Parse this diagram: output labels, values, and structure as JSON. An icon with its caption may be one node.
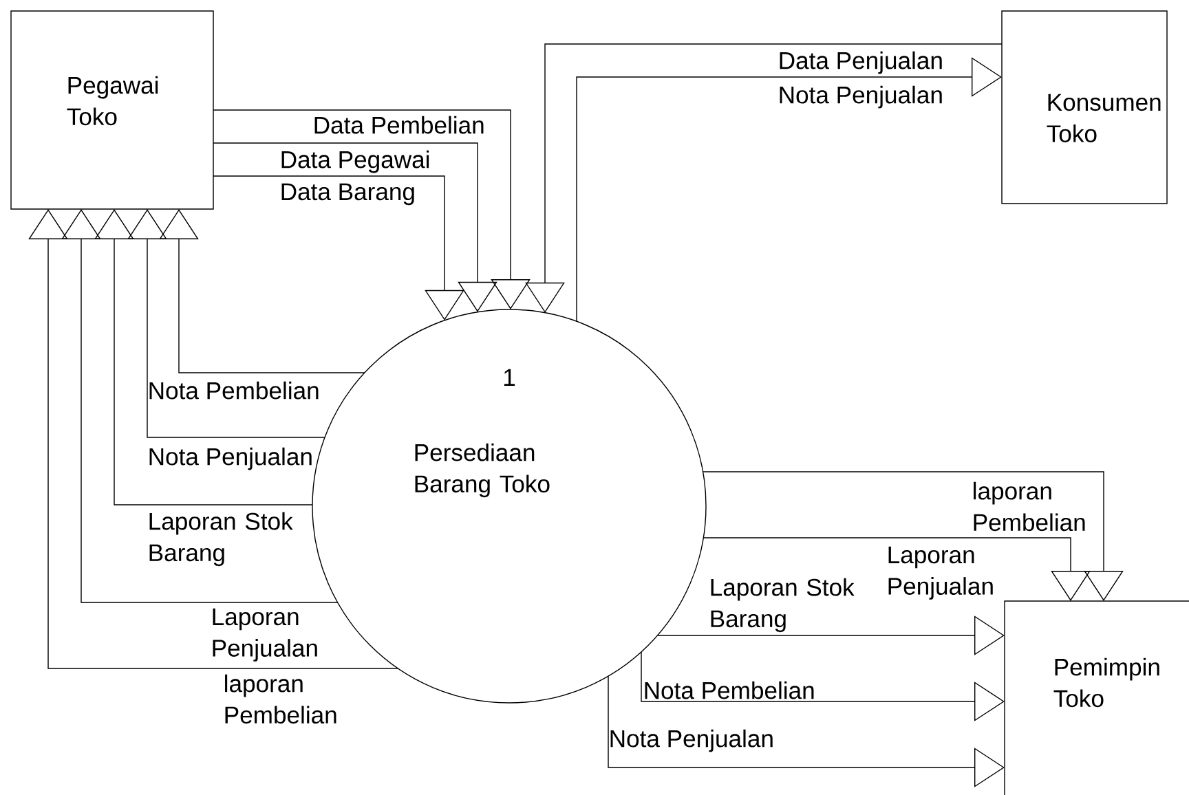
{
  "diagram": {
    "nodes": [
      {
        "text": [
          "Pegawai Toko"
        ]
      },
      {
        "text": [
          "Konsumen Toko"
        ]
      },
      {
        "text": [
          "1",
          "Persediaan Barang Toko"
        ]
      },
      {
        "text": [
          "Pemimpin Toko"
        ]
      }
    ],
    "edges": [
      {
        "from": 0,
        "to": 2,
        "arrow": "to",
        "label": "Data Pembelian"
      },
      {
        "from": 0,
        "to": 2,
        "arrow": "to",
        "label": "Data Pegawai"
      },
      {
        "from": 0,
        "to": 2,
        "arrow": "to",
        "label": "Data Barang"
      },
      {
        "from": 1,
        "to": 2,
        "arrow": "to",
        "label": "Data Penjualan"
      },
      {
        "from": 2,
        "to": 1,
        "arrow": "to",
        "label": "Nota Penjualan"
      },
      {
        "from": 2,
        "to": 0,
        "arrow": "to",
        "label": "Nota Pembelian"
      },
      {
        "from": 2,
        "to": 0,
        "arrow": "to",
        "label": "Nota Penjualan"
      },
      {
        "from": 2,
        "to": 0,
        "arrow": "to",
        "label": "Laporan Stok Barang"
      },
      {
        "from": 2,
        "to": 0,
        "arrow": "to",
        "label": "Laporan Penjualan"
      },
      {
        "from": 2,
        "to": 0,
        "arrow": "to",
        "label": "laporan Pembelian"
      },
      {
        "from": 2,
        "to": 3,
        "arrow": "to",
        "label": "laporan Pembelian"
      },
      {
        "from": 2,
        "to": 3,
        "arrow": "to",
        "label": "Laporan Penjualan"
      },
      {
        "from": 2,
        "to": 3,
        "arrow": "to",
        "label": "Laporan Stok Barang"
      },
      {
        "from": 2,
        "to": 3,
        "arrow": "to",
        "label": "Nota Pembelian"
      },
      {
        "from": 2,
        "to": 3,
        "arrow": "to",
        "label": "Nota Penjualan"
      }
    ]
  }
}
